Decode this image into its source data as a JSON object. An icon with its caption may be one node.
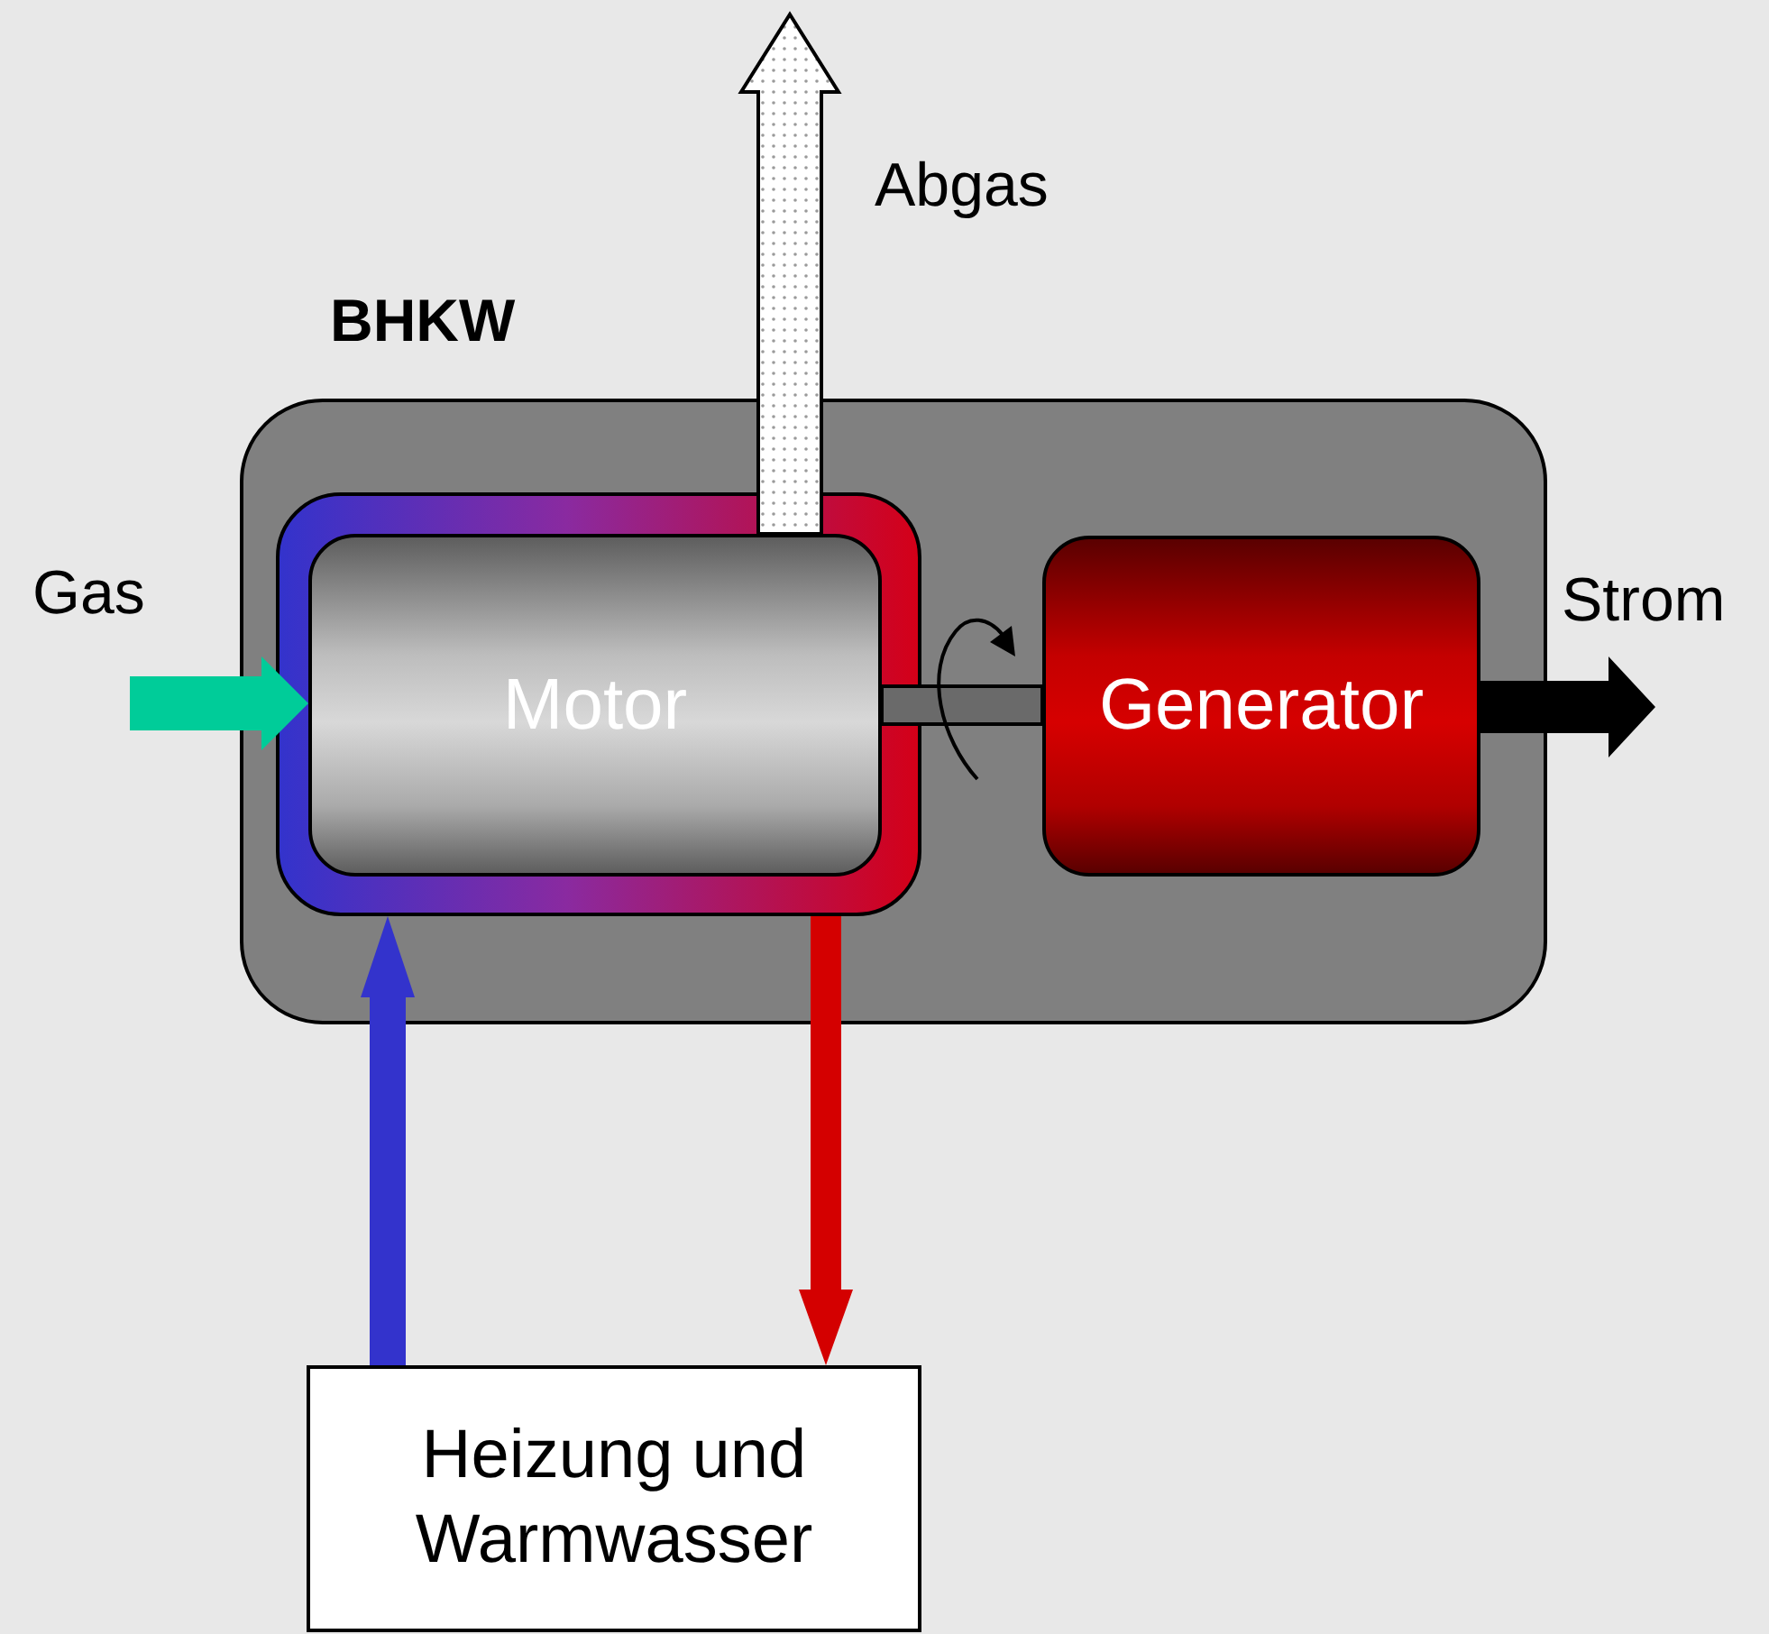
{
  "diagram": {
    "nodes": [
      {
        "text": [
          "BHKW"
        ]
      },
      {
        "text": [],
        "shape": "box",
        "in": 0
      },
      {
        "text": [
          "Motor"
        ],
        "in": 1
      },
      {
        "text": [
          "Generator"
        ],
        "in": 0
      },
      {
        "text": [
          "Heizung und Warmwasser"
        ]
      }
    ],
    "edges": [
      {
        "from": null,
        "to": 2,
        "arrow": "to",
        "color": "#00cc99"
      },
      {
        "from": 2,
        "to": null,
        "arrow": "to",
        "color": "#ffffff"
      },
      {
        "from": 2,
        "to": 3,
        "arrow": "none",
        "color": "#6a6a6a"
      },
      {
        "from": 3,
        "to": null,
        "arrow": "to",
        "color": "#000000"
      },
      {
        "from": 4,
        "to": 1,
        "arrow": "to",
        "color": "#3333cc"
      },
      {
        "from": 1,
        "to": 4,
        "arrow": "to",
        "color": "#d40000"
      }
    ],
    "labels": [
      "Abgas",
      "Gas",
      "Strom"
    ]
  }
}
